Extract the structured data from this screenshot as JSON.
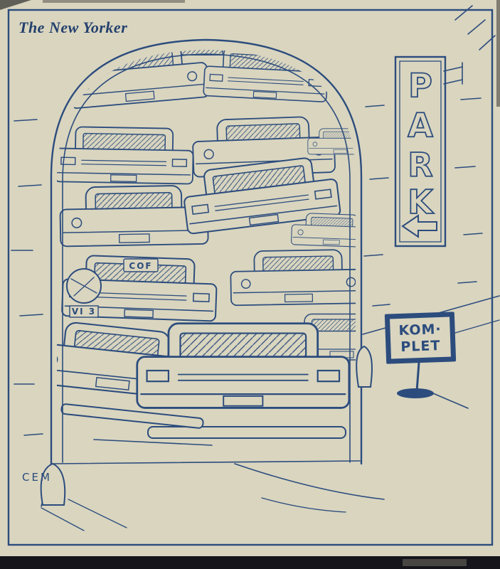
{
  "publication": {
    "title": "The New Yorker"
  },
  "cartoon": {
    "description": "Line-drawn cartoon of a parking garage archway crammed full of stacked cars",
    "park_sign": {
      "letters": [
        "P",
        "A",
        "R",
        "K"
      ],
      "arrow_icon": "left-arrow"
    },
    "komplet_sign": {
      "line1": "KOM·",
      "line2": "PLET"
    },
    "plates": [
      "COF",
      "VI 3"
    ],
    "signature": "CEM"
  },
  "colors": {
    "paper": "#d9d5bf",
    "ink": "#2c4c7d",
    "bottom_band": "#15151b"
  }
}
